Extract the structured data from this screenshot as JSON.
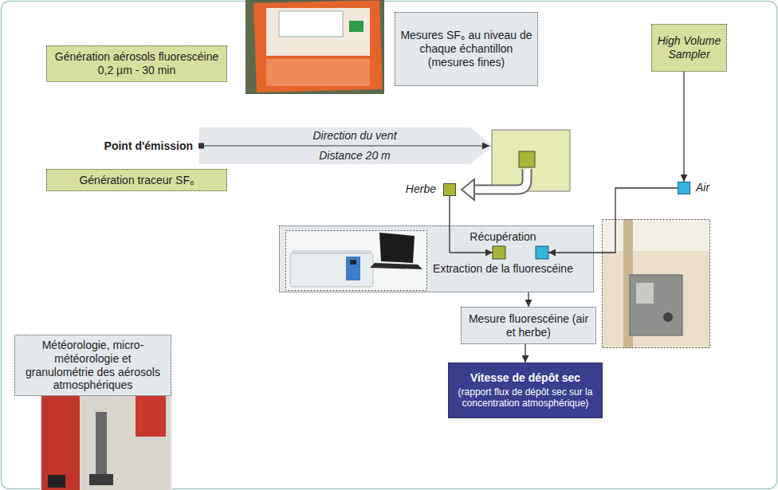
{
  "diagram": {
    "nodes": [
      {
        "text": [
          "Génération aérosols fluorescéine 0,2 µm - 30 min"
        ]
      },
      {
        "text": [
          "Mesures SF₆ au niveau de chaque échantillon (mesures fines)"
        ]
      },
      {
        "text": [
          "High Volume Sampler"
        ]
      },
      {
        "text": [
          "Génération traceur SF₆"
        ]
      },
      {
        "text": [
          "Herbe"
        ]
      },
      {
        "text": [
          "Air"
        ]
      },
      {
        "text": [
          "Récupération",
          "Extraction de la fluorescéine"
        ]
      },
      {
        "text": [
          "Mesure fluorescéine (air et herbe)"
        ]
      },
      {
        "text": [
          "Météorologie, micro-météorologie et granulométrie des aérosols atmosphériques"
        ]
      },
      {
        "text": [
          "Vitesse de dépôt sec",
          "(rapport flux de dépôt sec sur la concentration atmosphérique)"
        ]
      }
    ],
    "edges": [
      {
        "from": 2,
        "to": 5,
        "arrow": "to"
      },
      {
        "from": 4,
        "to": 6,
        "arrow": "to"
      },
      {
        "from": 5,
        "to": 6,
        "arrow": "to"
      },
      {
        "from": 6,
        "to": 7,
        "arrow": "to"
      },
      {
        "from": 7,
        "to": 9,
        "arrow": "to"
      }
    ],
    "labels": [
      "Point d'émission",
      "Direction du vent",
      "Distance 20 m"
    ]
  }
}
